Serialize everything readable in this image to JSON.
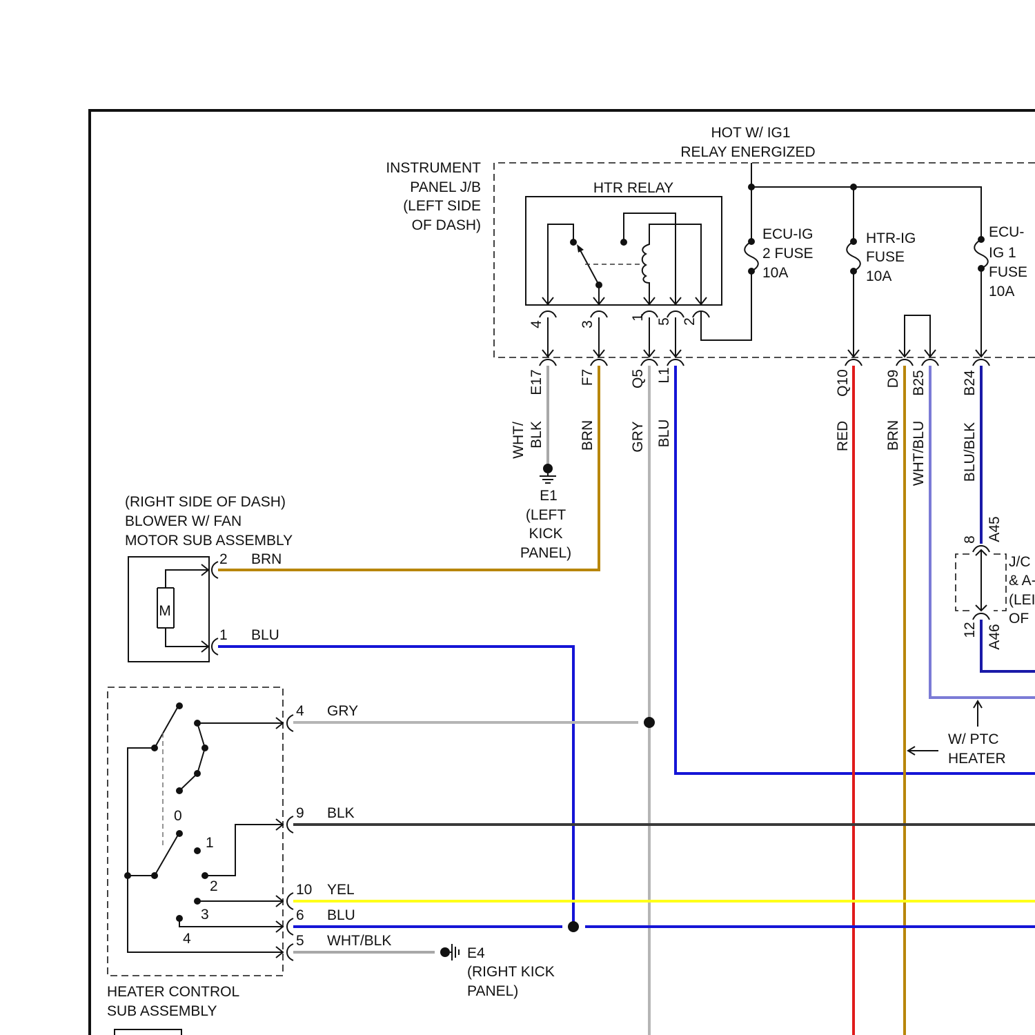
{
  "colors": {
    "brn": "#b8860b",
    "blu": "#1515d6",
    "gry": "#b5b5b5",
    "red": "#e01b1b",
    "yel": "#ffff1a",
    "blk": "#3a3a3a",
    "wht_blu": "#7b7bd6",
    "wht_blk": "#a8a8a8",
    "blu_blk": "#1a1aa8"
  },
  "power": {
    "line1": "HOT W/ IG1",
    "line2": "RELAY ENERGIZED"
  },
  "instrument_panel_jb": {
    "lines": [
      "INSTRUMENT",
      "PANEL J/B",
      "(LEFT SIDE",
      "OF DASH)"
    ]
  },
  "htr_relay": {
    "title": "HTR RELAY",
    "pins": [
      "4",
      "3",
      "1",
      "5",
      "2"
    ]
  },
  "fuses": [
    {
      "name": "ecu_ig2",
      "lines": [
        "ECU-IG",
        "2 FUSE",
        "10A"
      ]
    },
    {
      "name": "htr_ig",
      "lines": [
        "HTR-IG",
        "FUSE",
        "10A"
      ]
    },
    {
      "name": "ecu_ig1",
      "lines": [
        "ECU-",
        "IG 1",
        "FUSE",
        "10A"
      ]
    }
  ],
  "connectors": {
    "jb_codes": [
      "E17",
      "F7",
      "Q5",
      "L1",
      "Q10",
      "D9",
      "B25",
      "B24"
    ],
    "wire_colors": [
      "WHT/",
      "BLK",
      "BRN",
      "GRY",
      "BLU",
      "RED",
      "BRN",
      "WHT/BLU",
      "BLU/BLK"
    ]
  },
  "ground_e1": {
    "lines": [
      "E1",
      "(LEFT",
      "KICK",
      "PANEL)"
    ]
  },
  "blower": {
    "lines": [
      "(RIGHT SIDE OF DASH)",
      "BLOWER W/ FAN",
      "MOTOR SUB ASSEMBLY"
    ],
    "motor_label": "M",
    "pin2": "2",
    "pin2_wire": "BRN",
    "pin1": "1",
    "pin1_wire": "BLU"
  },
  "jc": {
    "pin_top": "8",
    "code_top": "A45",
    "pin_bottom": "12",
    "code_bottom": "A46",
    "lines": [
      "J/C",
      "& A-",
      "(LEI",
      "OF"
    ]
  },
  "ptc": {
    "lines": [
      "W/ PTC",
      "HEATER"
    ]
  },
  "heater_control": {
    "title_lines": [
      "HEATER CONTROL",
      "SUB ASSEMBLY"
    ],
    "positions": [
      "0",
      "1",
      "2",
      "3",
      "4"
    ],
    "pins": [
      {
        "pin": "4",
        "wire": "GRY"
      },
      {
        "pin": "9",
        "wire": "BLK"
      },
      {
        "pin": "10",
        "wire": "YEL"
      },
      {
        "pin": "6",
        "wire": "BLU"
      },
      {
        "pin": "5",
        "wire": "WHT/BLK"
      }
    ]
  },
  "ground_e4": {
    "lines": [
      "E4",
      "(RIGHT KICK",
      "PANEL)"
    ]
  }
}
